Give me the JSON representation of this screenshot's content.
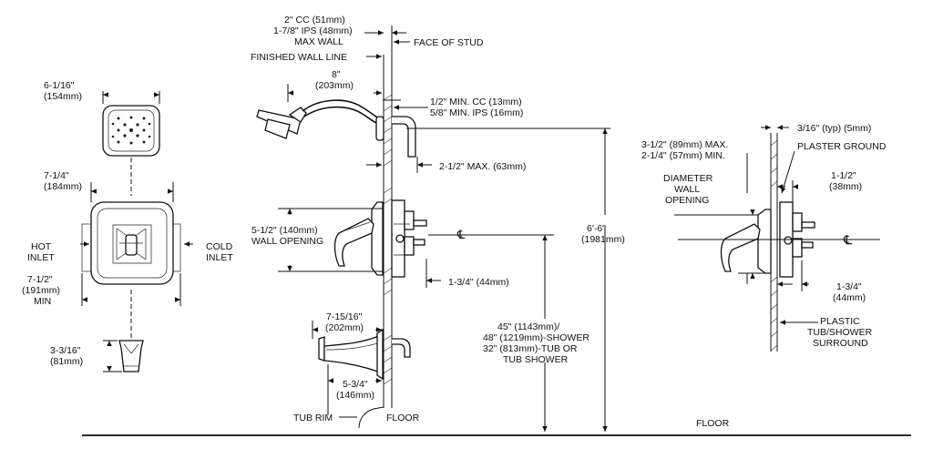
{
  "front_view": {
    "head_width": [
      "6-1/16\"",
      "(154mm)"
    ],
    "trim_width": [
      "7-1/4\"",
      "(184mm)"
    ],
    "hot_inlet": [
      "HOT",
      "INLET"
    ],
    "cold_inlet": [
      "COLD",
      "INLET"
    ],
    "min_width": [
      "7-1/2\"",
      "(191mm)",
      "MIN"
    ],
    "spout_height": [
      "3-3/16\"",
      "(81mm)"
    ]
  },
  "side_view": {
    "cc_max_wall": [
      "2\" CC (51mm)",
      "1-7/8\" IPS (48mm)",
      "MAX WALL"
    ],
    "face_of_stud": "FACE OF STUD",
    "finished_wall_line": "FINISHED WALL LINE",
    "arm_reach": [
      "8\"",
      "(203mm)"
    ],
    "min_cc_ips": [
      "1/2\" MIN. CC (13mm)",
      "5/8\" MIN. IPS (16mm)"
    ],
    "max_depth": "2-1/2\" MAX. (63mm)",
    "wall_opening": [
      "5-1/2\" (140mm)",
      "WALL OPENING"
    ],
    "centerline": "℄",
    "valve_depth": "1-3/4\" (44mm)",
    "total_height": [
      "6'-6\"",
      "(1981mm)"
    ],
    "valve_height": [
      "45\" (1143mm)/",
      "48\" (1219mm)-SHOWER",
      "32\" (813mm)-TUB OR",
      "TUB SHOWER"
    ],
    "spout_reach": [
      "7-15/16\"",
      "(202mm)"
    ],
    "spout_offset": [
      "5-3/4\"",
      "(146mm)"
    ],
    "tub_rim": "TUB RIM",
    "floor": "FLOOR"
  },
  "surround_view": {
    "typ": "3/16\" (typ) (5mm)",
    "plaster_ground": "PLASTER GROUND",
    "diameter_opening": [
      "3-1/2\" (89mm) MAX.",
      "2-1/4\" (57mm) MIN."
    ],
    "diameter_wall_opening": [
      "DIAMETER",
      "WALL",
      "OPENING"
    ],
    "dim_1_5": [
      "1-1/2\"",
      "(38mm)"
    ],
    "centerline": "℄",
    "dim_1_75": [
      "1-3/4\"",
      "(44mm)"
    ],
    "plastic_surround": [
      "PLASTIC",
      "TUB/SHOWER",
      "SURROUND"
    ],
    "floor": "FLOOR"
  }
}
